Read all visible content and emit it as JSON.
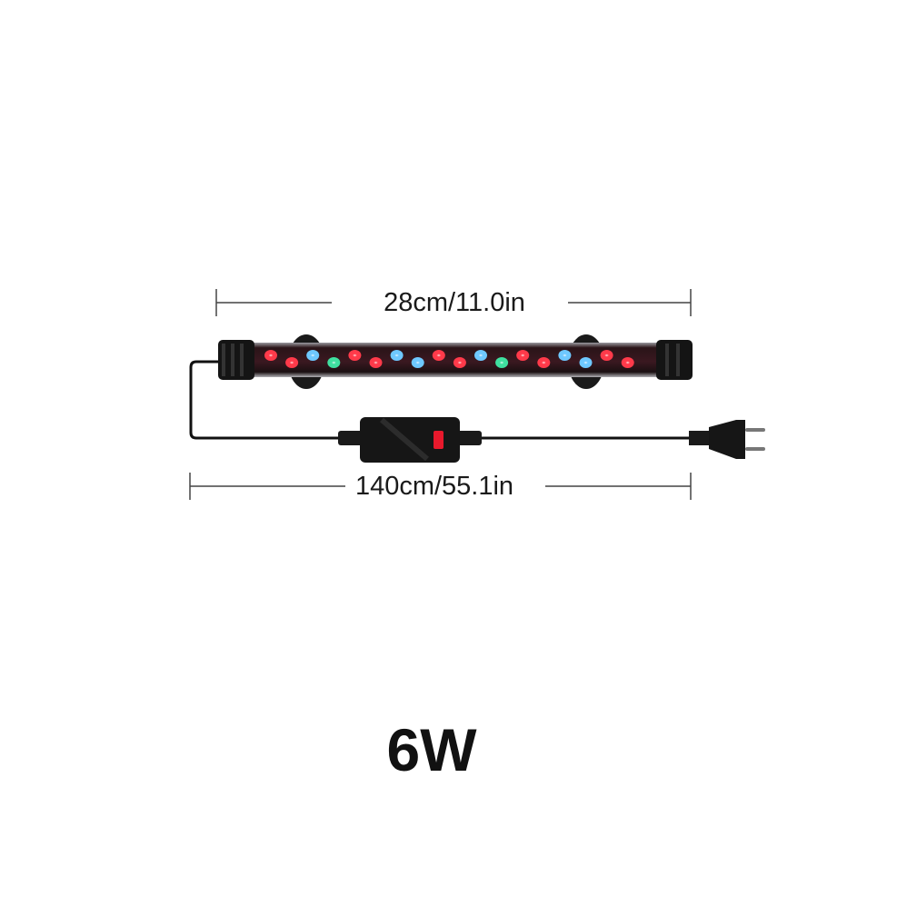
{
  "dimensions": {
    "bar_length": "28cm/11.0in",
    "cable_length": "140cm/55.1in"
  },
  "power_label": "6W",
  "led_colors": [
    "red",
    "red",
    "blue",
    "green",
    "red",
    "red",
    "blue",
    "blue",
    "red",
    "red",
    "blue",
    "green",
    "red",
    "red",
    "blue",
    "blue",
    "red",
    "red"
  ],
  "colors": {
    "red": "#ff3a4a",
    "blue": "#6ec8ff",
    "green": "#3fe0a0",
    "switch": "#e8192c"
  }
}
